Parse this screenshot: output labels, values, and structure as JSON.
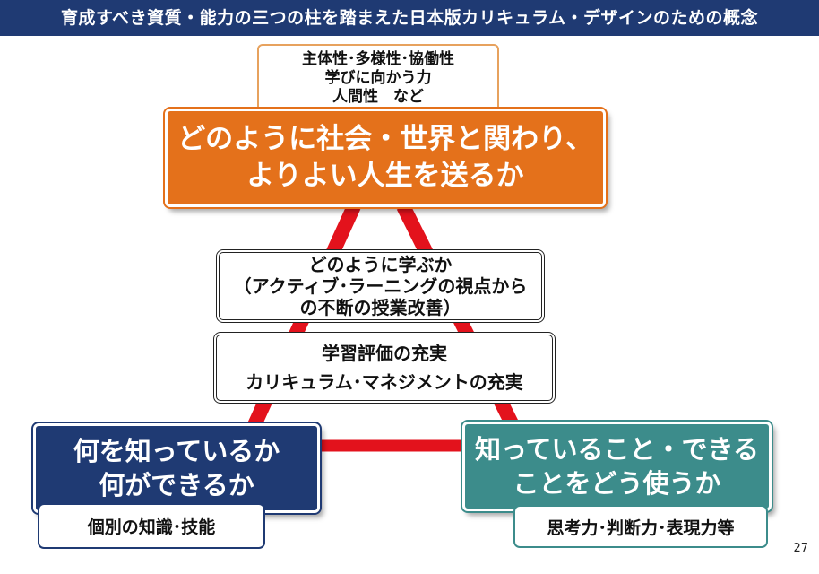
{
  "header": {
    "title": "育成すべき資質・能力の三つの柱を踏まえた日本版カリキュラム・デザインのための概念"
  },
  "qualities": {
    "lines": [
      "主体性･多様性･協働性",
      "学びに向かう力",
      "人間性　など"
    ]
  },
  "top_pillar": {
    "lines": [
      "どのように社会・世界と関わり、",
      "よりよい人生を送るか"
    ]
  },
  "learning": {
    "lines": [
      "どのように学ぶか",
      "（アクティブ･ラーニングの視点から",
      "の不断の授業改善）"
    ]
  },
  "evaluation": {
    "lines": [
      "学習評価の充実",
      "カリキュラム･マネジメントの充実"
    ]
  },
  "left_pillar": {
    "lines": [
      "何を知っているか",
      "何ができるか"
    ],
    "sub": "個別の知識･技能"
  },
  "right_pillar": {
    "lines": [
      "知っていること・できる",
      "ことをどう使うか"
    ],
    "sub": "思考力･判断力･表現力等"
  },
  "page_number": "27",
  "colors": {
    "header_bg": "#1f3a73",
    "orange": "#e4711b",
    "navy": "#1f3a73",
    "teal": "#3c8c8b",
    "connector": "#e3121c"
  }
}
